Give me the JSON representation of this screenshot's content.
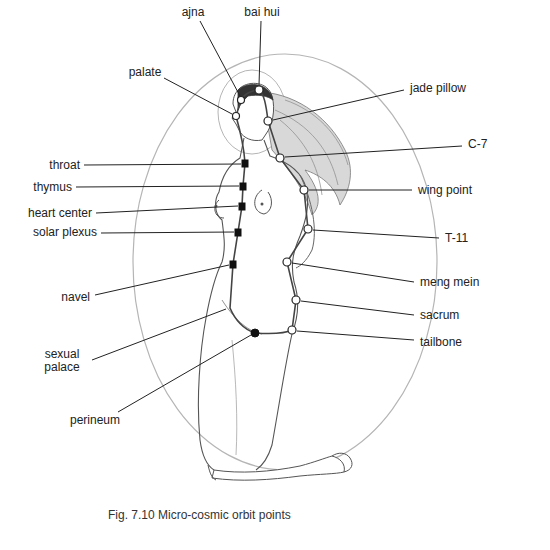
{
  "diagram": {
    "caption": "Fig. 7.10 Micro-cosmic orbit points",
    "labels": [
      "ajna",
      "bai hui",
      "palate",
      "jade pillow",
      "C-7",
      "throat",
      "thymus",
      "wing point",
      "heart center",
      "T-11",
      "solar plexus",
      "meng mein",
      "navel",
      "sacrum",
      "sexual palace",
      "tailbone",
      "perineum"
    ]
  }
}
